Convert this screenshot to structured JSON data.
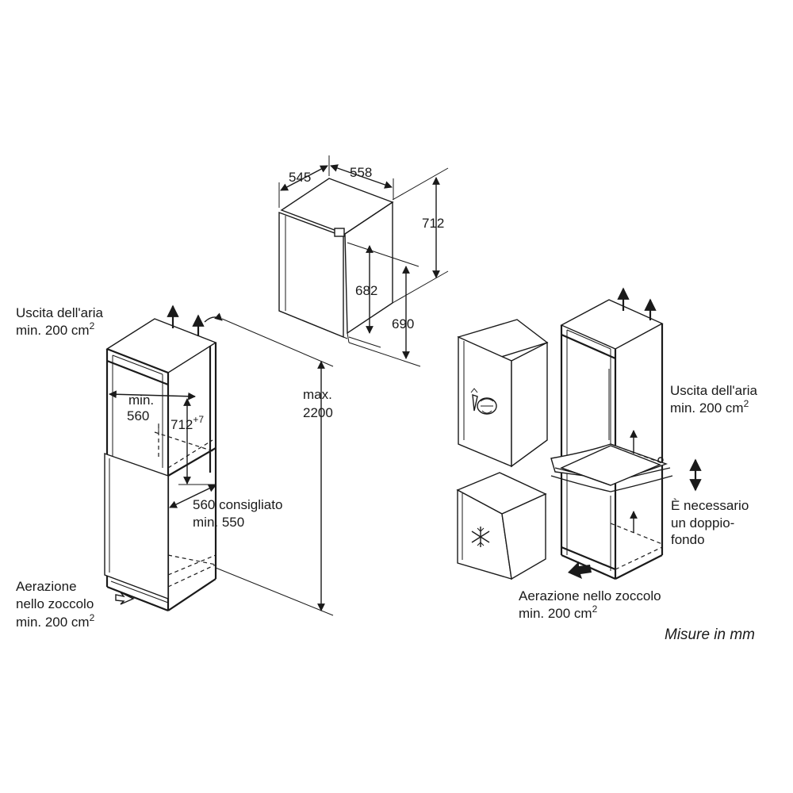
{
  "appliance_dims": {
    "depth": "545",
    "width": "558",
    "height": "712",
    "door_height": "682",
    "total_height": "690"
  },
  "left_niche": {
    "air_outlet_line1": "Uscita dell'aria",
    "air_outlet_line2": "min. 200 cm",
    "air_outlet_sup": "2",
    "niche_min_line1": "min.",
    "niche_min_line2": "560",
    "niche_height": "712",
    "niche_height_tol": "+7",
    "max_line1": "max.",
    "max_line2": "2200",
    "depth_line1": "560 consigliato",
    "depth_line2": "min. 550",
    "plinth_line1": "Aerazione",
    "plinth_line2": "nello zoccolo",
    "plinth_line3": "min. 200 cm",
    "plinth_sup": "2"
  },
  "right_niche": {
    "air_outlet_line1": "Uscita dell'aria",
    "air_outlet_line2": "min. 200 cm",
    "air_outlet_sup": "2",
    "double_floor_line1": "È necessario",
    "double_floor_line2": "un doppio-",
    "double_floor_line3": "fondo",
    "plinth_line1": "Aerazione nello zoccolo",
    "plinth_line2": "min. 200 cm",
    "plinth_sup": "2"
  },
  "footer": {
    "units": "Misure in mm"
  },
  "icons": [
    "fruit-vegetable-icon",
    "snowflake-icon",
    "air-arrow-icon"
  ]
}
